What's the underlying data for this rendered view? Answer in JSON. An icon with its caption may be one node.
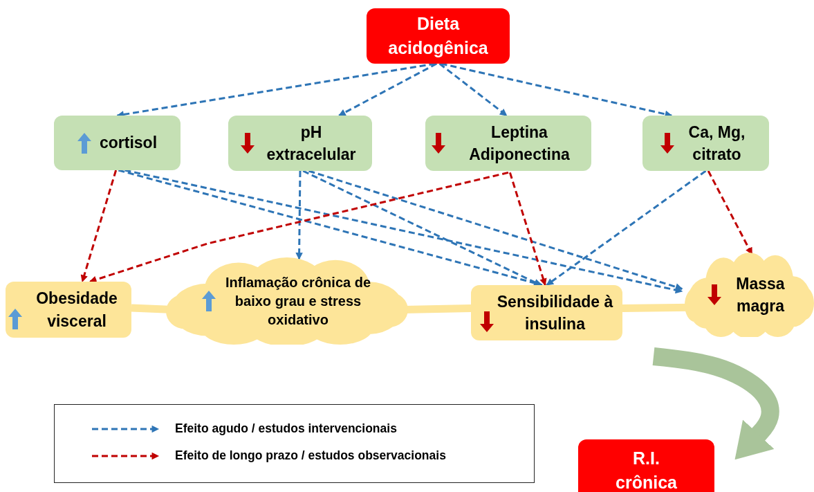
{
  "diagram": {
    "nodes": [
      {
        "text": [
          "Dieta acidogênica"
        ]
      },
      {
        "text": [
          "cortisol"
        ]
      },
      {
        "text": [
          "pH extracelular"
        ]
      },
      {
        "text": [
          "Leptina Adiponectina"
        ]
      },
      {
        "text": [
          "Ca, Mg, citrato"
        ]
      },
      {
        "text": [
          "Obesidade visceral"
        ]
      },
      {
        "text": [
          "Inflamação crônica de baixo grau e stress oxidativo"
        ]
      },
      {
        "text": [
          "Sensibilidade à insulina"
        ]
      },
      {
        "text": [
          "Massa magra"
        ]
      },
      {
        "text": [
          "R.I. crônica"
        ]
      }
    ],
    "edges": [
      {
        "from": 0,
        "to": 1,
        "arrow": "to",
        "style": "dashed"
      },
      {
        "from": 0,
        "to": 2,
        "arrow": "to",
        "style": "dashed"
      },
      {
        "from": 0,
        "to": 3,
        "arrow": "to",
        "style": "dashed"
      },
      {
        "from": 0,
        "to": 4,
        "arrow": "to",
        "style": "dashed"
      },
      {
        "from": 1,
        "to": 5,
        "arrow": "to",
        "style": "dashed",
        "color": "#c00000"
      },
      {
        "from": 1,
        "to": 7,
        "arrow": "to",
        "style": "dashed"
      },
      {
        "from": 1,
        "to": 8,
        "arrow": "to",
        "style": "dashed"
      },
      {
        "from": 2,
        "to": 6,
        "arrow": "to",
        "style": "dashed"
      },
      {
        "from": 2,
        "to": 7,
        "arrow": "to",
        "style": "dashed"
      },
      {
        "from": 2,
        "to": 8,
        "arrow": "to",
        "style": "dashed"
      },
      {
        "from": 3,
        "to": 5,
        "arrow": "to",
        "style": "dashed",
        "color": "#c00000"
      },
      {
        "from": 3,
        "to": 7,
        "arrow": "to",
        "style": "dashed",
        "color": "#c00000"
      },
      {
        "from": 4,
        "to": 7,
        "arrow": "to",
        "style": "dashed"
      },
      {
        "from": 4,
        "to": 8,
        "arrow": "to",
        "style": "dashed",
        "color": "#c00000"
      },
      {
        "from": 5,
        "to": 6,
        "arrow": "none",
        "style": "thick",
        "color": "#fde599"
      },
      {
        "from": 6,
        "to": 7,
        "arrow": "none",
        "style": "thick",
        "color": "#fde599"
      },
      {
        "from": 7,
        "to": 8,
        "arrow": "none",
        "style": "thick",
        "color": "#fde599"
      },
      {
        "from": null,
        "to": 9,
        "arrow": "to",
        "style": "thick",
        "color": "#a9c49a"
      }
    ],
    "legend": [
      {
        "text": "Efeito agudo / estudos intervencionais"
      },
      {
        "text": "Efeito de longo prazo / estudos observacionais"
      }
    ]
  }
}
